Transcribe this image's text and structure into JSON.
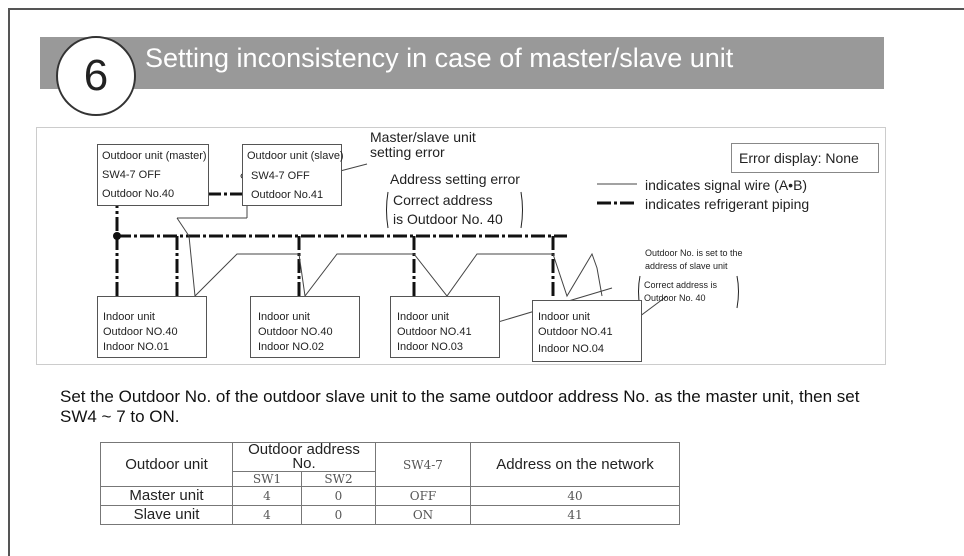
{
  "header": {
    "number": "6",
    "title": "Setting inconsistency in case of master/slave unit"
  },
  "diagram": {
    "master": {
      "line1": "Outdoor unit (master)",
      "line2": "SW4-7 OFF",
      "line3": "Outdoor No.40"
    },
    "slave": {
      "line1": "Outdoor unit (slave)",
      "line2": "SW4-7 OFF",
      "line3": "Outdoor No.41"
    },
    "callout_master_slave": {
      "line1": "Master/slave unit",
      "line2": "setting error"
    },
    "callout_address": {
      "line1": "Address setting error",
      "line2": "Correct address",
      "line3": "is Outdoor No. 40"
    },
    "error_display": "Error display: None",
    "legend": {
      "signal": "indicates signal wire (A•B)",
      "refrigerant": "indicates refrigerant piping"
    },
    "indoor_note": {
      "line1": "Outdoor No. is set to the",
      "line2": "address of slave unit",
      "line3": "Correct address is",
      "line4": "Outdoor No. 40"
    },
    "indoor_units": [
      {
        "name": "Indoor unit",
        "outdoor": "Outdoor NO.40",
        "indoor": "Indoor NO.01"
      },
      {
        "name": "Indoor unit",
        "outdoor": "Outdoor NO.40",
        "indoor": "Indoor NO.02"
      },
      {
        "name": "Indoor unit",
        "outdoor": "Outdoor NO.41",
        "indoor": "Indoor NO.03"
      },
      {
        "name": "Indoor unit",
        "outdoor": "Outdoor NO.41",
        "indoor": "Indoor NO.04"
      }
    ]
  },
  "instruction": "Set the Outdoor No. of the outdoor slave unit to the same outdoor address No. as the master unit, then set SW4 ~ 7 to ON.",
  "table": {
    "h_outdoor_unit": "Outdoor unit",
    "h_outdoor_address": "Outdoor address No.",
    "h_sw1": "SW1",
    "h_sw2": "SW2",
    "h_sw47": "SW4-7",
    "h_network": "Address on the network",
    "rows": [
      {
        "unit": "Master unit",
        "sw1": "4",
        "sw2": "0",
        "sw47": "OFF",
        "network": "40"
      },
      {
        "unit": "Slave unit",
        "sw1": "4",
        "sw2": "0",
        "sw47": "ON",
        "network": "41"
      }
    ]
  }
}
